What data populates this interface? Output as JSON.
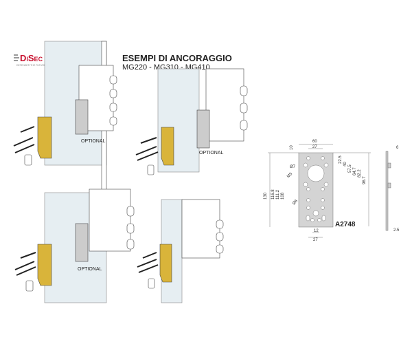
{
  "brand": {
    "name": "DiSec",
    "tagline": "DEFENDER THE FUTURE",
    "color": "#c8102e"
  },
  "header": {
    "title": "ESEMPI DI ANCORAGGIO",
    "subtitle": "MG220 - MG310 - MG410"
  },
  "examples": [
    {
      "label": "OPTIONAL"
    },
    {
      "label": "OPTIONAL"
    },
    {
      "label": "OPTIONAL"
    },
    {
      "label": ""
    }
  ],
  "drawing": {
    "code": "A2748",
    "dimensions": {
      "width": "60",
      "hole_spacing_top": "27",
      "top_offset": "10",
      "d1": "22.5",
      "d2": "40",
      "d3": "57.5",
      "d4": "64.7",
      "d5": "82.2",
      "d6": "96.7",
      "hole_diameter_1": "Ø7",
      "thread": "M5",
      "hole_diameter_2": "Ø6",
      "h1": "130",
      "h2": "116.8",
      "h3": "111.2",
      "h4": "108",
      "bottom_spacing_inner": "12",
      "bottom_spacing_outer": "27",
      "thickness_label": "6",
      "thickness_bottom": "2.5"
    }
  },
  "colors": {
    "gold": "#d9b43a",
    "plate": "#d4d4d4",
    "glass": "#dfeaf0"
  }
}
